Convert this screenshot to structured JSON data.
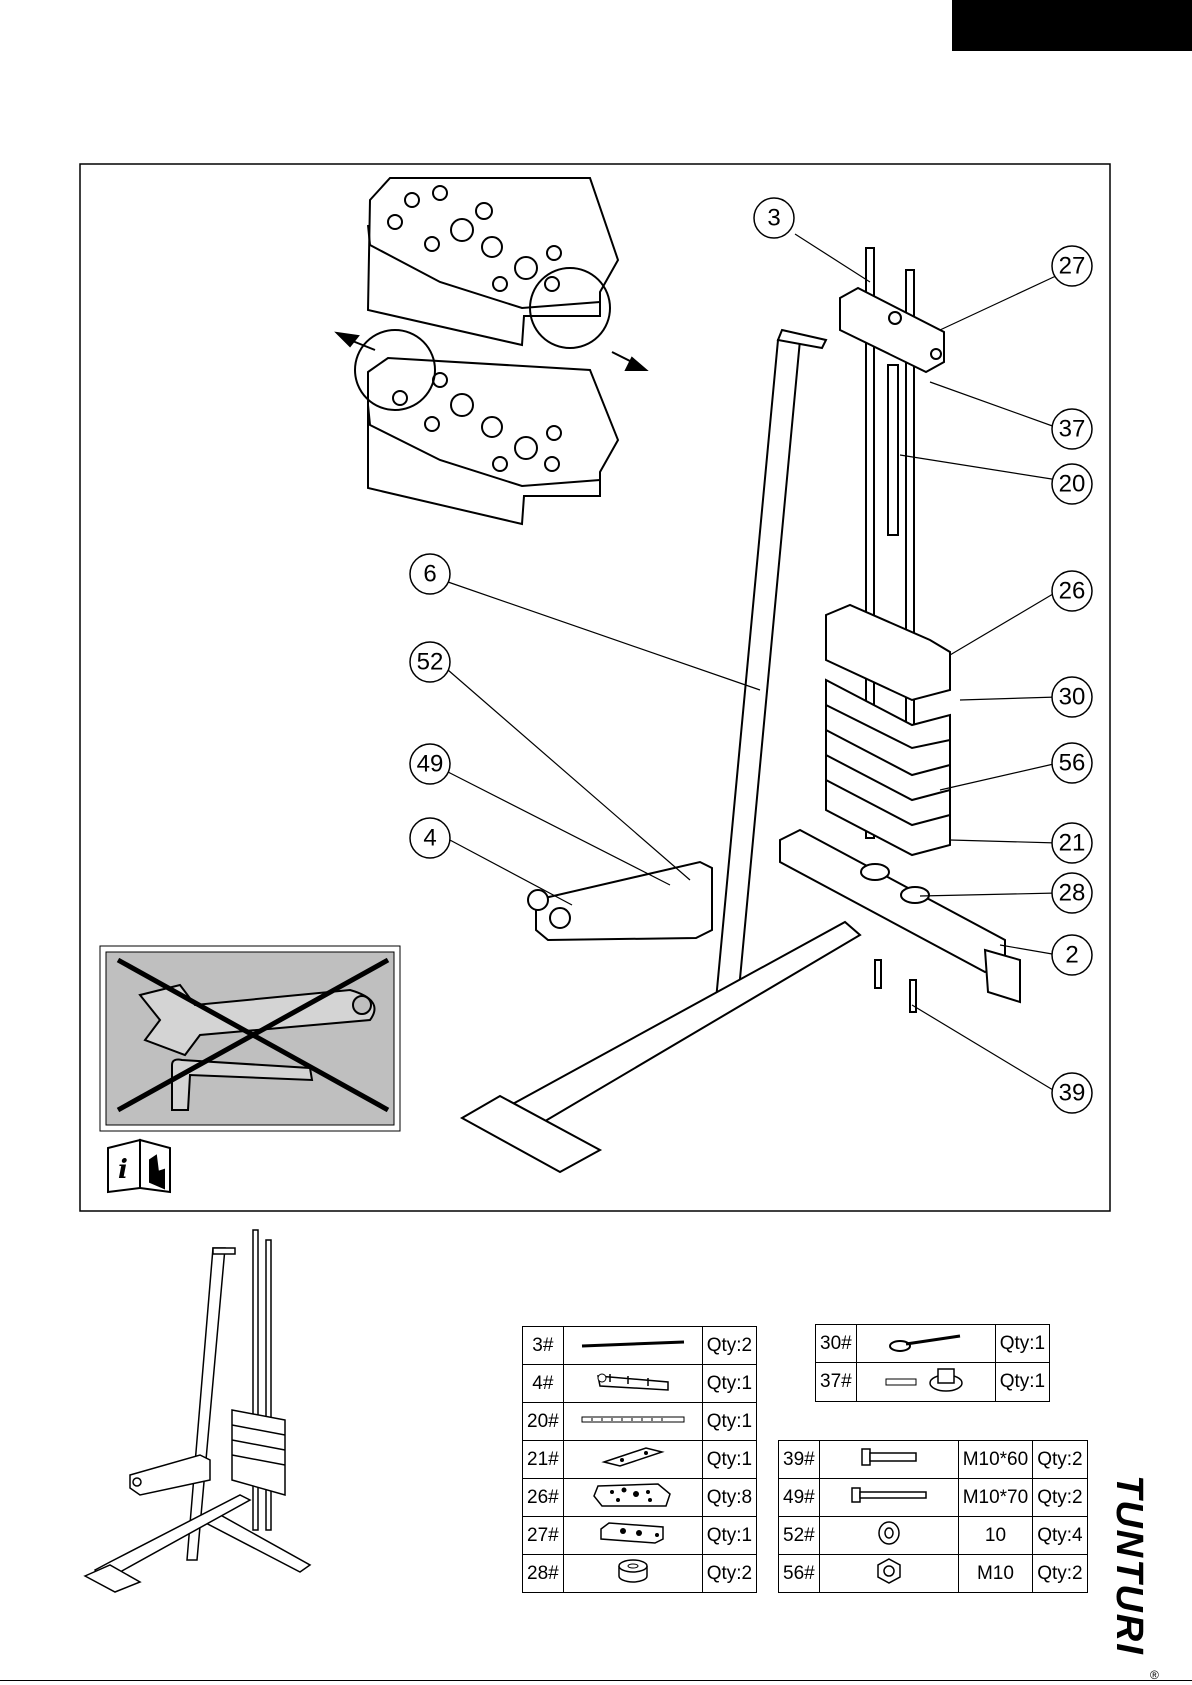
{
  "callouts": [
    "3",
    "27",
    "37",
    "20",
    "26",
    "30",
    "56",
    "21",
    "28",
    "2",
    "39",
    "6",
    "52",
    "49",
    "4"
  ],
  "table_left": {
    "rows": [
      {
        "id": "3#",
        "qty": "Qty:2",
        "icon": "rod-icon"
      },
      {
        "id": "4#",
        "qty": "Qty:1",
        "icon": "bracket-icon"
      },
      {
        "id": "20#",
        "qty": "Qty:1",
        "icon": "selector-rod-icon"
      },
      {
        "id": "21#",
        "qty": "Qty:1",
        "icon": "plate-icon"
      },
      {
        "id": "26#",
        "qty": "Qty:8",
        "icon": "weight-plate-icon"
      },
      {
        "id": "27#",
        "qty": "Qty:1",
        "icon": "top-plate-icon"
      },
      {
        "id": "28#",
        "qty": "Qty:2",
        "icon": "bushing-icon"
      }
    ]
  },
  "table_right_top": {
    "rows": [
      {
        "id": "30#",
        "qty": "Qty:1",
        "icon": "pin-icon"
      },
      {
        "id": "37#",
        "qty": "Qty:1",
        "icon": "spacer-icon"
      }
    ]
  },
  "table_right_bottom": {
    "rows": [
      {
        "id": "39#",
        "size": "M10*60",
        "qty": "Qty:2",
        "icon": "bolt-icon"
      },
      {
        "id": "49#",
        "size": "M10*70",
        "qty": "Qty:2",
        "icon": "long-bolt-icon"
      },
      {
        "id": "52#",
        "size": "10",
        "qty": "Qty:4",
        "icon": "washer-icon"
      },
      {
        "id": "56#",
        "size": "M10",
        "qty": "Qty:2",
        "icon": "nut-icon"
      }
    ]
  },
  "brand": {
    "name": "TUNTURI",
    "reg": "®"
  }
}
